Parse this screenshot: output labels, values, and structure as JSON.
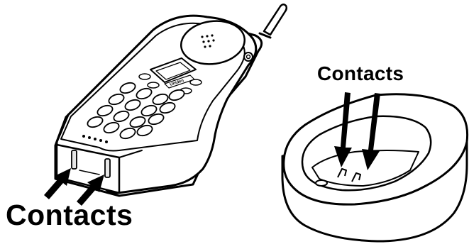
{
  "labels": {
    "handset_contacts": "Contacts",
    "cradle_contacts": "Contacts"
  },
  "handset_brand": "Uniden",
  "icons": {
    "handset": "cordless-phone-handset-icon",
    "cradle": "charging-cradle-icon",
    "arrow": "thick-black-arrow-icon"
  },
  "colors": {
    "line": "#000000",
    "fill": "#ffffff",
    "shade": "#e6e6e6"
  }
}
